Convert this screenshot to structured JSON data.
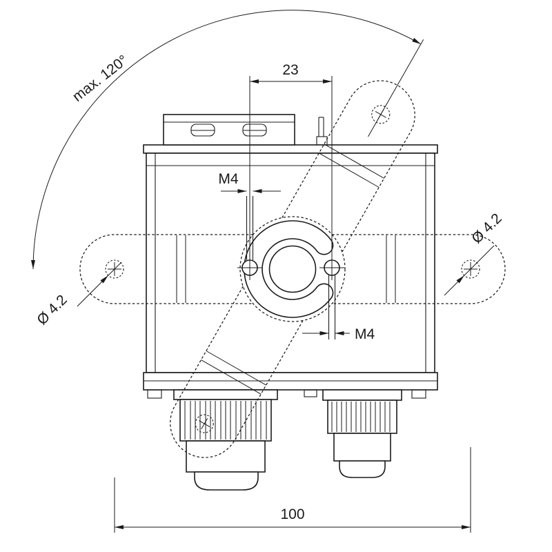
{
  "drawing": {
    "type": "technical-dimension-drawing",
    "line_color": "#1a1a1a",
    "background": "#ffffff",
    "dimensions": {
      "swivel_angle": "max. 120°",
      "screw_spacing": "23",
      "thread_size_left": "M4",
      "thread_size_right": "M4",
      "hole_diameter_left": "Ø 4.2",
      "hole_diameter_right": "Ø 4.2",
      "mounting_width": "100"
    }
  }
}
